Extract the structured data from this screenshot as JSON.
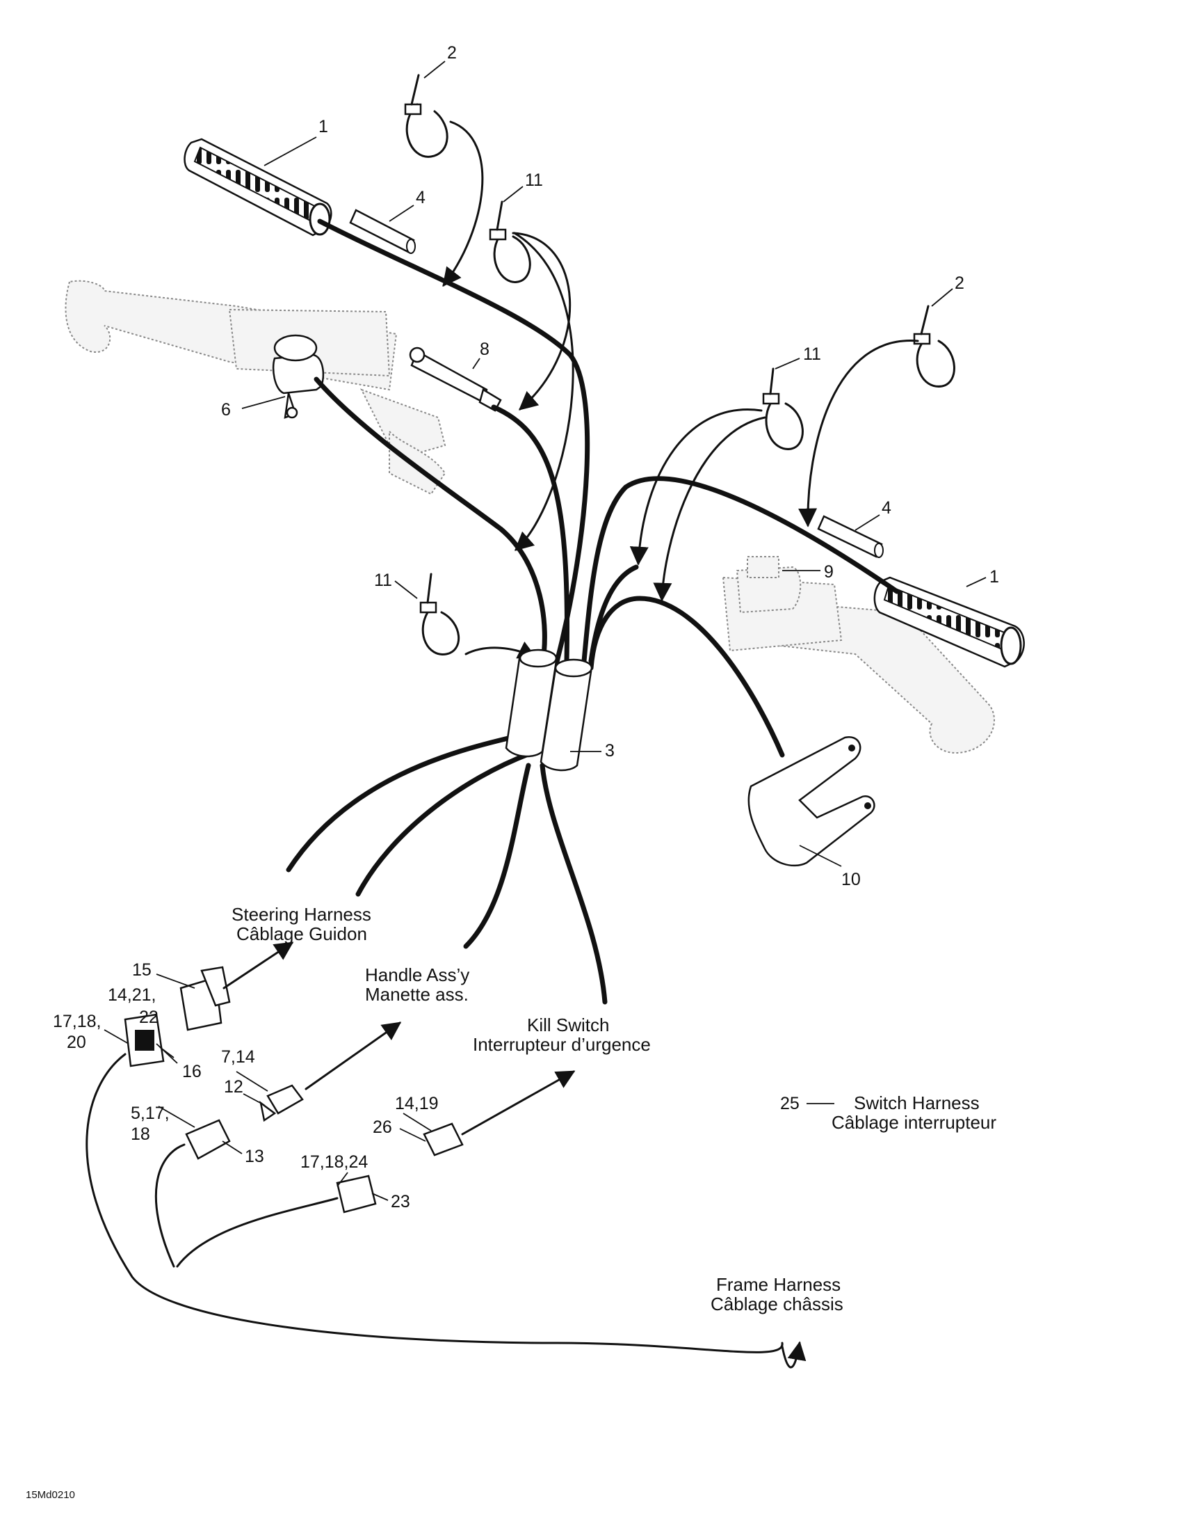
{
  "callouts": {
    "c1a": "1",
    "c1b": "1",
    "c2a": "2",
    "c2b": "2",
    "c3": "3",
    "c4a": "4",
    "c4b": "4",
    "c6": "6",
    "c8": "8",
    "c9": "9",
    "c10": "10",
    "c11a": "11",
    "c11b": "11",
    "c11c": "11",
    "c12": "12",
    "c13": "13",
    "c16": "16",
    "c23": "23",
    "c15": "15",
    "c14_21": "14,21,",
    "c22": "22",
    "c17_18": "17,18,",
    "c20": "20",
    "c7_14": "7,14",
    "c5_17": "5,17,",
    "c18": "18",
    "c17_18_24": "17,18,24",
    "c14_19": "14,19",
    "c26": "26",
    "c25": "25"
  },
  "labels": {
    "steering_en": "Steering Harness",
    "steering_fr": "Câblage Guidon",
    "handle_en": "Handle Ass’y",
    "handle_fr": "Manette ass.",
    "kill_en": "Kill Switch",
    "kill_fr": "Interrupteur d’urgence",
    "switch_en": "Switch Harness",
    "switch_fr": "Câblage interrupteur",
    "frame_en": "Frame Harness",
    "frame_fr": "Câblage châssis"
  },
  "figure_code": "15Md0210"
}
